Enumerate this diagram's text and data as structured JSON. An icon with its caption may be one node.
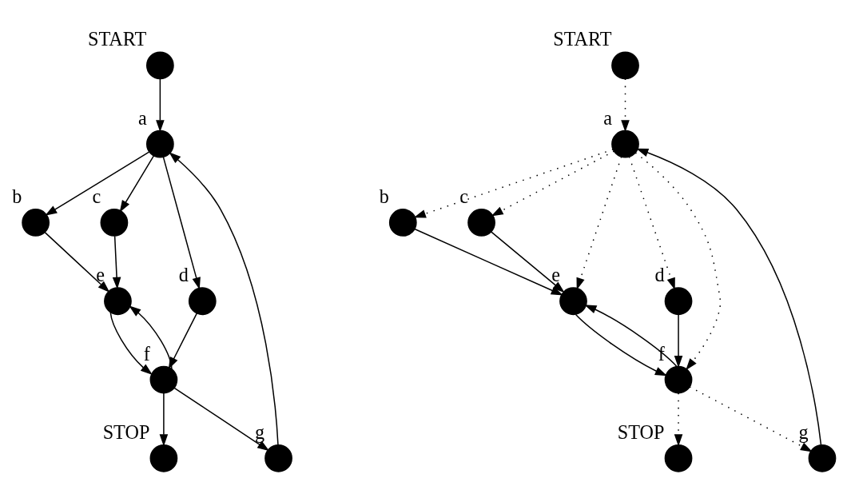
{
  "diagram": {
    "nodes": [
      {
        "text": [],
        "shape": "circle",
        "beside": [
          "START"
        ]
      },
      {
        "text": [],
        "shape": "circle",
        "beside": [
          "a"
        ]
      },
      {
        "text": [],
        "shape": "circle",
        "beside": [
          "b"
        ]
      },
      {
        "text": [],
        "shape": "circle",
        "beside": [
          "c"
        ]
      },
      {
        "text": [],
        "shape": "circle",
        "beside": [
          "d"
        ]
      },
      {
        "text": [],
        "shape": "circle",
        "beside": [
          "g"
        ]
      },
      {
        "text": [],
        "shape": "circle",
        "beside": [
          "e"
        ]
      },
      {
        "text": [],
        "shape": "circle",
        "beside": [
          "f"
        ]
      },
      {
        "text": [],
        "shape": "circle",
        "beside": [
          "STOP"
        ]
      },
      {
        "text": [],
        "shape": "circle",
        "beside": [
          "START"
        ]
      },
      {
        "text": [],
        "shape": "circle",
        "beside": [
          "a"
        ]
      },
      {
        "text": [],
        "shape": "circle",
        "beside": [
          "b"
        ]
      },
      {
        "text": [],
        "shape": "circle",
        "beside": [
          "c"
        ]
      },
      {
        "text": [],
        "shape": "circle",
        "beside": [
          "d"
        ]
      },
      {
        "text": [],
        "shape": "circle",
        "beside": [
          "e"
        ]
      },
      {
        "text": [],
        "shape": "circle",
        "beside": [
          "f"
        ]
      },
      {
        "text": [],
        "shape": "circle",
        "beside": [
          "STOP"
        ]
      },
      {
        "text": [],
        "shape": "circle",
        "beside": [
          "g"
        ]
      }
    ],
    "edges": [
      {
        "from": 0,
        "to": 1,
        "arrow": "to"
      },
      {
        "from": 1,
        "to": 2,
        "arrow": "to"
      },
      {
        "from": 1,
        "to": 3,
        "arrow": "to"
      },
      {
        "from": 1,
        "to": 4,
        "arrow": "to"
      },
      {
        "from": 2,
        "to": 6,
        "arrow": "to"
      },
      {
        "from": 3,
        "to": 6,
        "arrow": "to"
      },
      {
        "from": 4,
        "to": 7,
        "arrow": "to"
      },
      {
        "from": 6,
        "to": 7,
        "arrow": "to"
      },
      {
        "from": 7,
        "to": 6,
        "arrow": "to"
      },
      {
        "from": 7,
        "to": 5,
        "arrow": "to"
      },
      {
        "from": 5,
        "to": 1,
        "arrow": "to"
      },
      {
        "from": 7,
        "to": 8,
        "arrow": "to"
      },
      {
        "from": 9,
        "to": 10,
        "arrow": "to",
        "style": "dashed"
      },
      {
        "from": 10,
        "to": 11,
        "arrow": "to",
        "style": "dashed"
      },
      {
        "from": 10,
        "to": 12,
        "arrow": "to",
        "style": "dashed"
      },
      {
        "from": 10,
        "to": 13,
        "arrow": "to",
        "style": "dashed"
      },
      {
        "from": 10,
        "to": 14,
        "arrow": "to",
        "style": "dashed"
      },
      {
        "from": 10,
        "to": 15,
        "arrow": "to",
        "style": "dashed"
      },
      {
        "from": 11,
        "to": 14,
        "arrow": "to"
      },
      {
        "from": 12,
        "to": 14,
        "arrow": "to"
      },
      {
        "from": 13,
        "to": 15,
        "arrow": "to"
      },
      {
        "from": 14,
        "to": 15,
        "arrow": "to"
      },
      {
        "from": 15,
        "to": 14,
        "arrow": "to"
      },
      {
        "from": 15,
        "to": 16,
        "arrow": "to",
        "style": "dashed"
      },
      {
        "from": 15,
        "to": 17,
        "arrow": "to",
        "style": "dashed"
      },
      {
        "from": 17,
        "to": 10,
        "arrow": "to"
      }
    ]
  }
}
